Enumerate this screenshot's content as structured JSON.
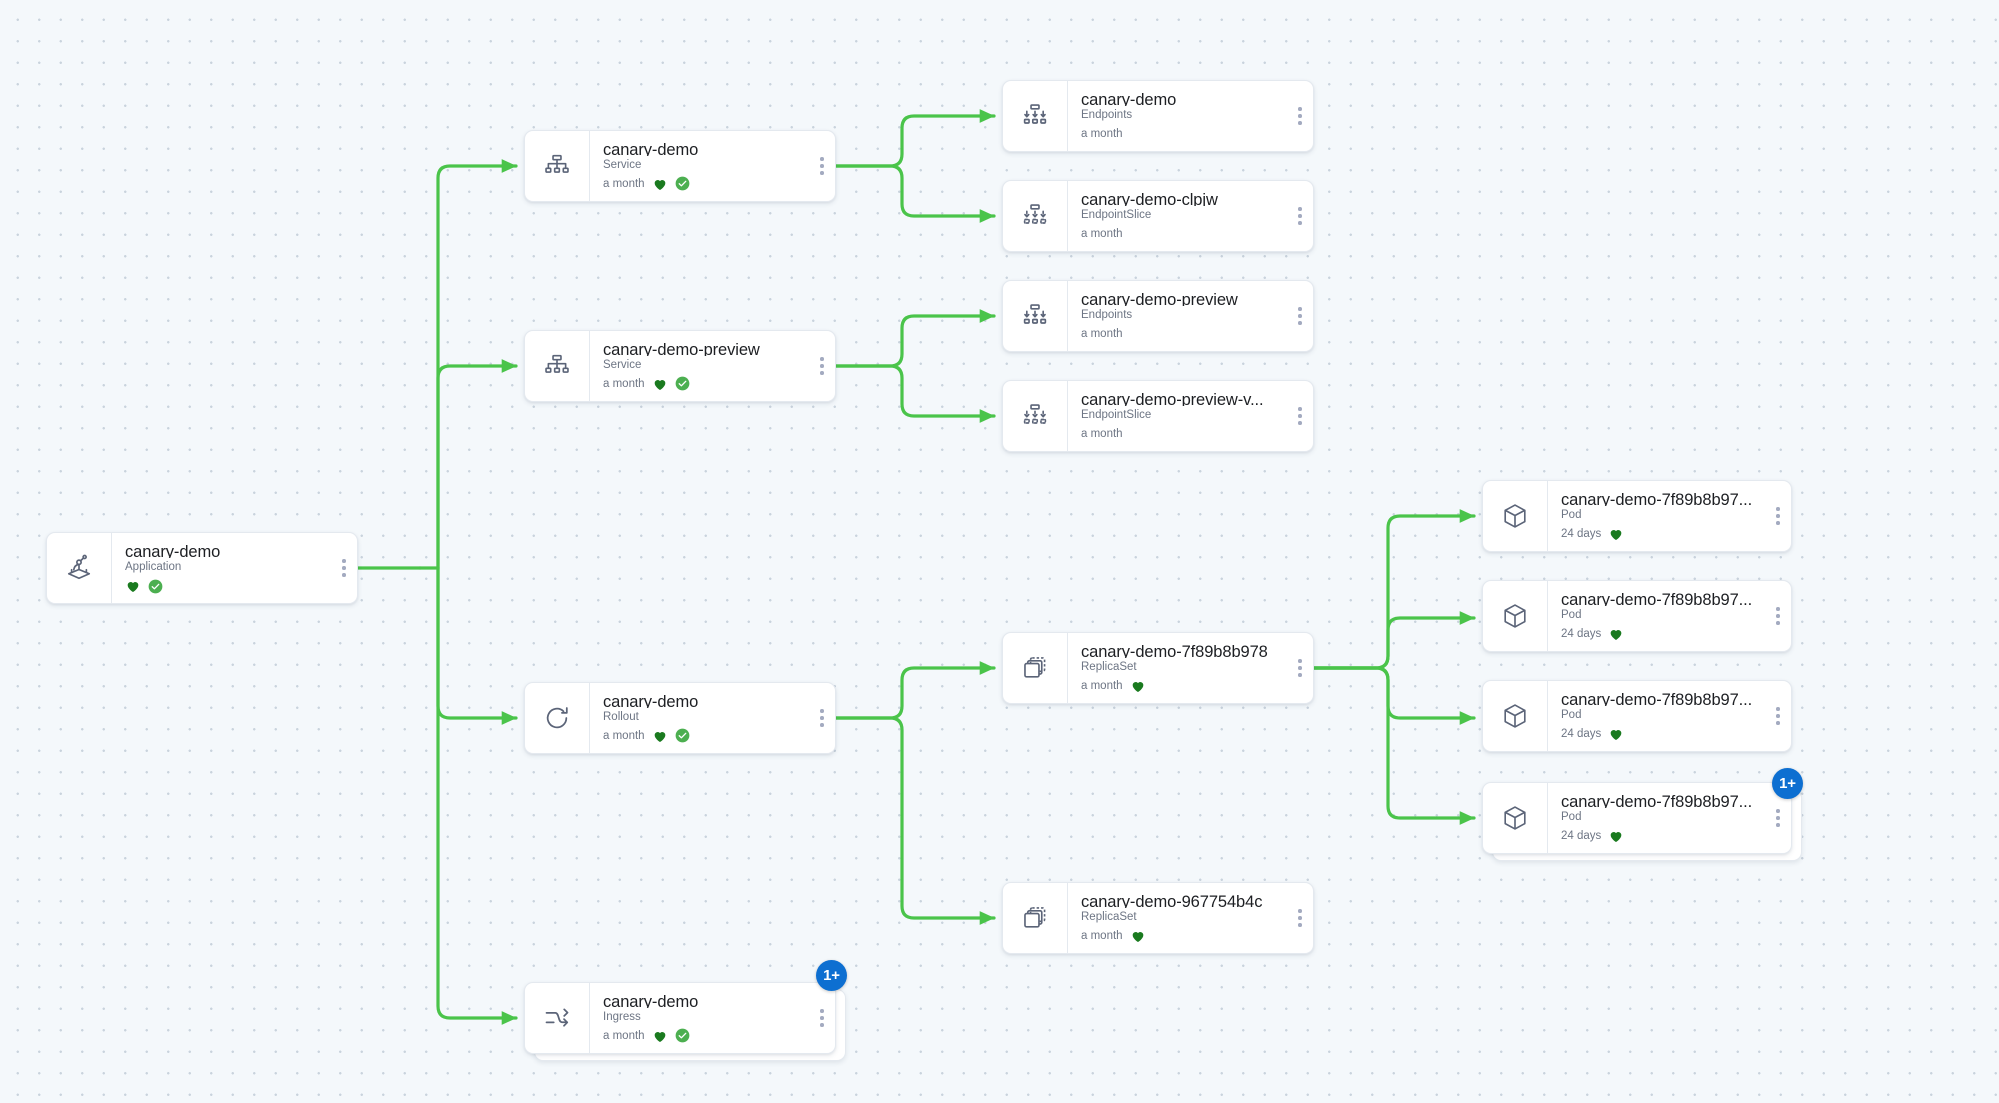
{
  "canvas": {
    "background_color": "#f4f8fb",
    "dot_color": "#c9d3dd",
    "edge_color": "#4ac44a",
    "badge_color": "#0d6fd1",
    "health_heart_color": "#1a7a1f",
    "sync_ok_color": "#4caf50"
  },
  "nodes": {
    "application": {
      "title": "canary-demo",
      "kind": "Application",
      "age": "",
      "icon": "argo-application-icon",
      "health": "healthy",
      "sync": "synced"
    },
    "service_main": {
      "title": "canary-demo",
      "kind": "Service",
      "age": "a month",
      "icon": "service-icon",
      "health": "healthy",
      "sync": "synced"
    },
    "service_preview": {
      "title": "canary-demo-preview",
      "kind": "Service",
      "age": "a month",
      "icon": "service-icon",
      "health": "healthy",
      "sync": "synced"
    },
    "rollout": {
      "title": "canary-demo",
      "kind": "Rollout",
      "age": "a month",
      "icon": "rollout-icon",
      "health": "healthy",
      "sync": "synced"
    },
    "ingress": {
      "title": "canary-demo",
      "kind": "Ingress",
      "age": "a month",
      "icon": "ingress-icon",
      "health": "healthy",
      "sync": "synced",
      "group_badge": "1+"
    },
    "endpoints_main": {
      "title": "canary-demo",
      "kind": "Endpoints",
      "age": "a month",
      "icon": "endpoints-icon",
      "health": "none",
      "sync": "none"
    },
    "endpointslice_main": {
      "title": "canary-demo-clpjw",
      "kind": "EndpointSlice",
      "age": "a month",
      "icon": "endpointslice-icon",
      "health": "none",
      "sync": "none"
    },
    "endpoints_preview": {
      "title": "canary-demo-preview",
      "kind": "Endpoints",
      "age": "a month",
      "icon": "endpoints-icon",
      "health": "none",
      "sync": "none"
    },
    "endpointslice_preview": {
      "title": "canary-demo-preview-v...",
      "kind": "EndpointSlice",
      "age": "a month",
      "icon": "endpointslice-icon",
      "health": "none",
      "sync": "none"
    },
    "replicaset_new": {
      "title": "canary-demo-7f89b8b978",
      "kind": "ReplicaSet",
      "age": "a month",
      "icon": "replicaset-icon",
      "health": "healthy",
      "sync": "none"
    },
    "replicaset_old": {
      "title": "canary-demo-967754b4c",
      "kind": "ReplicaSet",
      "age": "a month",
      "icon": "replicaset-icon",
      "health": "healthy",
      "sync": "none"
    },
    "pod_1": {
      "title": "canary-demo-7f89b8b97...",
      "kind": "Pod",
      "age": "24 days",
      "icon": "pod-icon",
      "health": "healthy",
      "sync": "none"
    },
    "pod_2": {
      "title": "canary-demo-7f89b8b97...",
      "kind": "Pod",
      "age": "24 days",
      "icon": "pod-icon",
      "health": "healthy",
      "sync": "none"
    },
    "pod_3": {
      "title": "canary-demo-7f89b8b97...",
      "kind": "Pod",
      "age": "24 days",
      "icon": "pod-icon",
      "health": "healthy",
      "sync": "none"
    },
    "pod_4": {
      "title": "canary-demo-7f89b8b97...",
      "kind": "Pod",
      "age": "24 days",
      "icon": "pod-icon",
      "health": "healthy",
      "sync": "none",
      "group_badge": "1+"
    }
  }
}
